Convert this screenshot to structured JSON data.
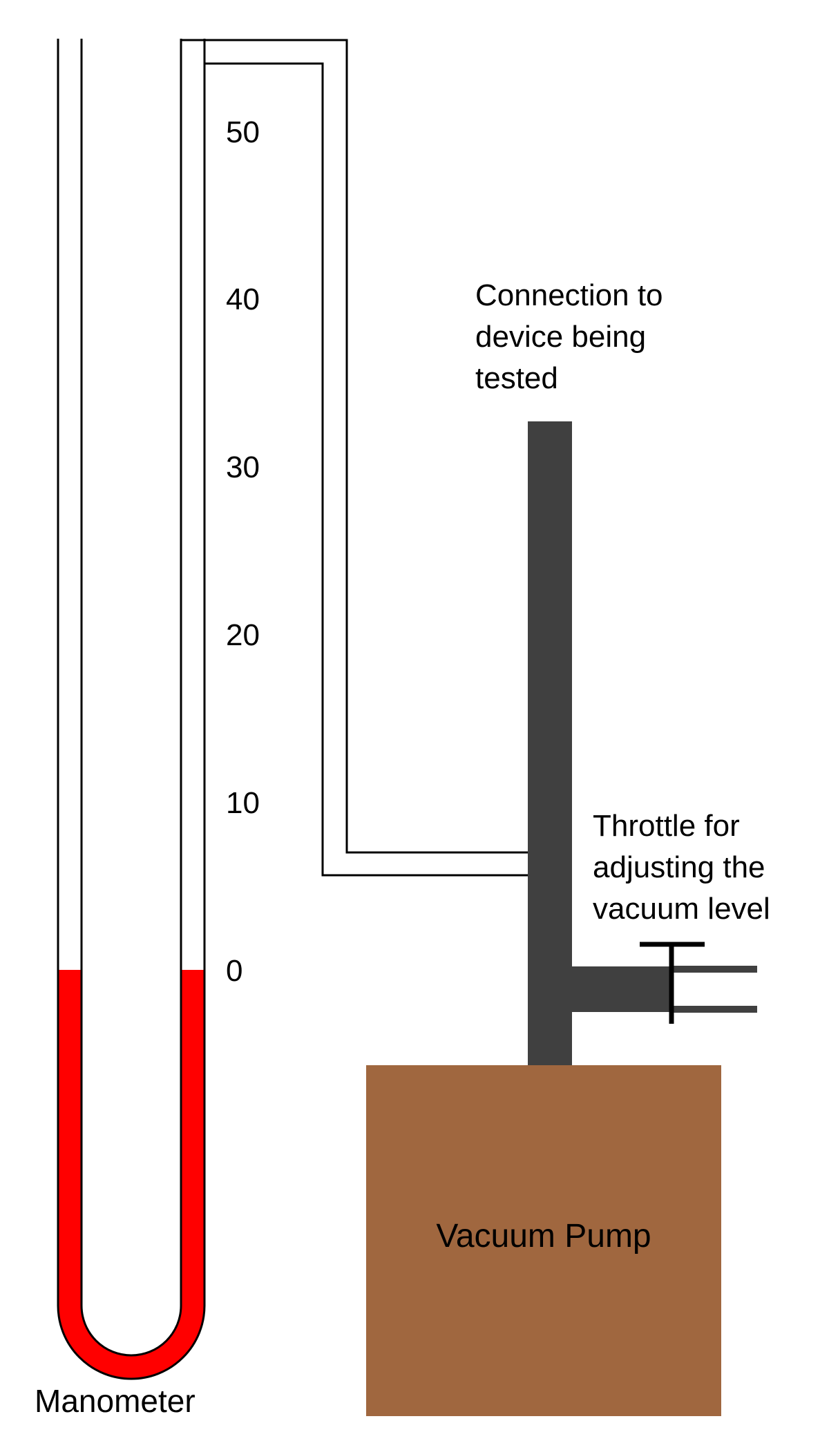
{
  "manometer": {
    "label": "Manometer",
    "scale": {
      "ticks": [
        "50",
        "40",
        "30",
        "20",
        "10",
        "0"
      ],
      "min": 0,
      "max": 50,
      "step": 10
    },
    "fluid_level": 0,
    "fluid_color": "#ff0000",
    "tube_stroke_color": "#000000"
  },
  "connection": {
    "lines": [
      "Connection to",
      "device being",
      "tested"
    ]
  },
  "throttle": {
    "lines": [
      "Throttle for",
      "adjusting the",
      "vacuum level"
    ]
  },
  "pump": {
    "label": "Vacuum Pump",
    "color": "#a0673f"
  },
  "pipe": {
    "color": "#404040"
  }
}
